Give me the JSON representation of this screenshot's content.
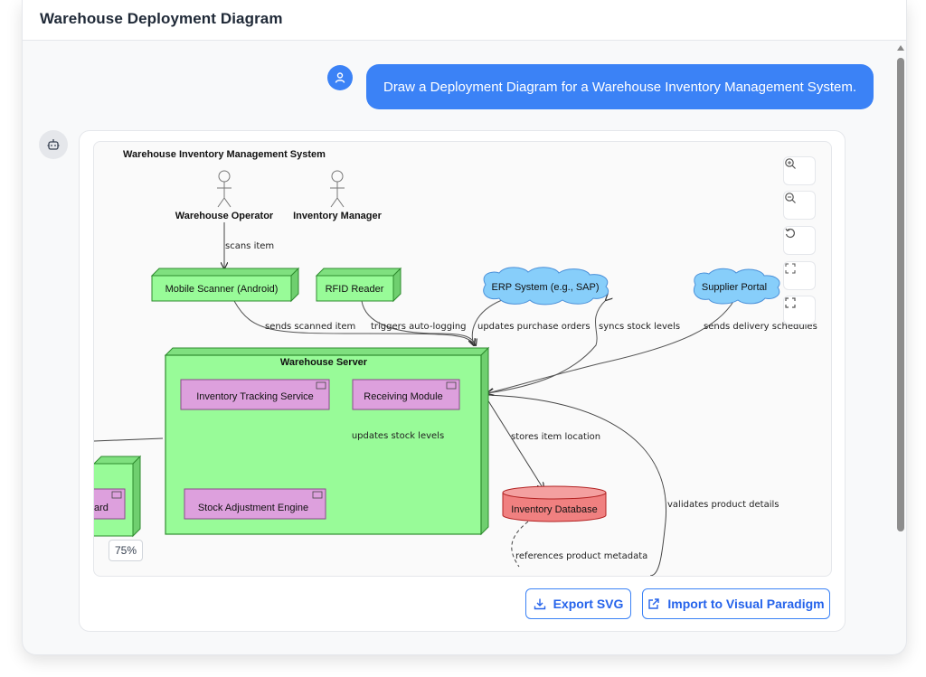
{
  "header": {
    "title": "Warehouse Deployment Diagram"
  },
  "user_message": "Draw a Deployment Diagram for a Warehouse Inventory Management System.",
  "diagram": {
    "title": "Warehouse Inventory Management System",
    "actors": {
      "operator": "Warehouse Operator",
      "manager": "Inventory Manager"
    },
    "nodes": {
      "mobile_scanner": "Mobile Scanner (Android)",
      "rfid_reader": "RFID Reader",
      "warehouse_server": "Warehouse Server",
      "left_node_component": "ard"
    },
    "clouds": {
      "erp": "ERP System (e.g., SAP)",
      "supplier": "Supplier Portal"
    },
    "components": {
      "inventory_tracking": "Inventory Tracking Service",
      "receiving": "Receiving Module",
      "stock_adjustment": "Stock Adjustment Engine"
    },
    "database": "Inventory Database",
    "edge_labels": {
      "scans_item": "scans item",
      "sends_scanned_item": "sends scanned item",
      "triggers_auto_logging": "triggers auto-logging",
      "updates_purchase_orders": "updates purchase orders",
      "syncs_stock_levels": "syncs stock levels",
      "sends_delivery_schedules": "sends delivery schedules",
      "updates_stock_levels": "updates stock levels",
      "stores_item_location": "stores item location",
      "validates_product_details": "validates product details",
      "references_product_metadata": "references product metadata"
    }
  },
  "controls": {
    "zoom_level": "75%",
    "zoom_in_icon": "zoom-in-icon",
    "zoom_out_icon": "zoom-out-icon",
    "reset_icon": "reset-icon",
    "fit_icon": "fit-icon",
    "fullscreen_icon": "fullscreen-icon"
  },
  "actions": {
    "export_svg": "Export SVG",
    "import_vp": "Import to Visual Paradigm"
  },
  "colors": {
    "accent": "#3b82f6",
    "node_green": "#98fb98",
    "component_violet": "#dda0dd",
    "cloud_blue": "#87cefa",
    "database_red": "#f08080"
  }
}
